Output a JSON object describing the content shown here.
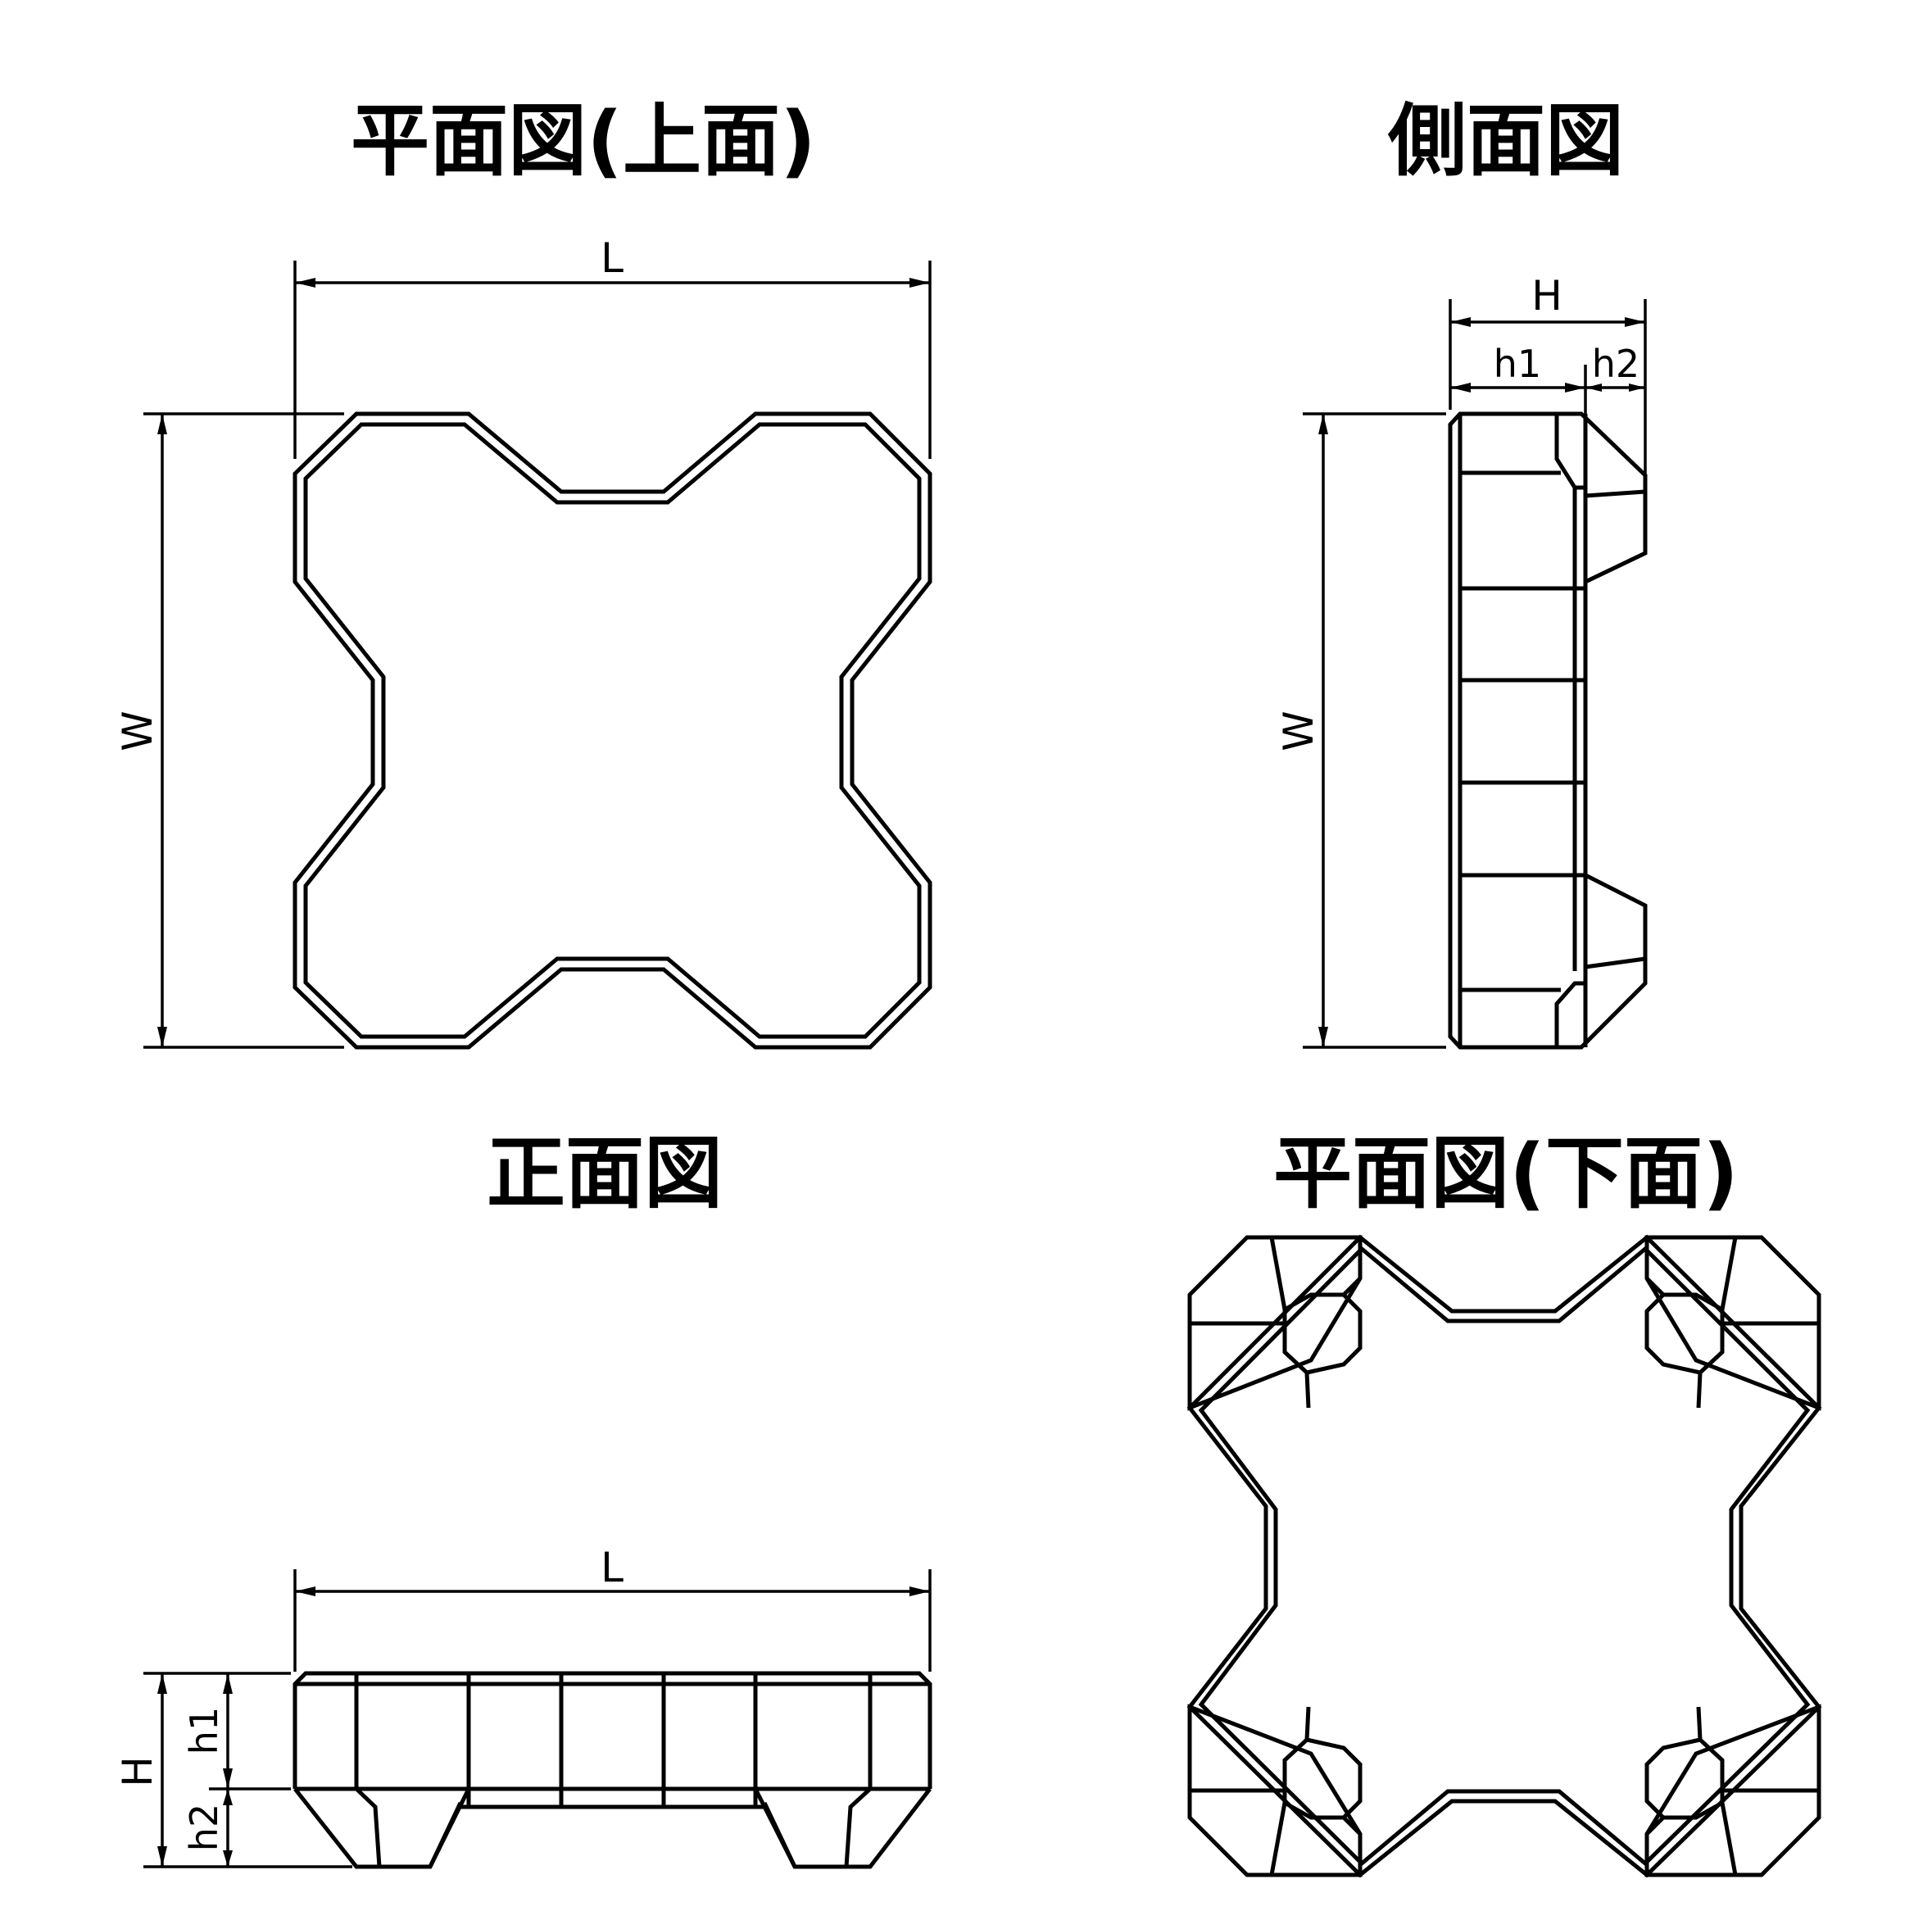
{
  "titles": {
    "plan_top": "平面図(上面)",
    "side": "側面図",
    "front": "正面図",
    "plan_bottom": "平面図(下面)"
  },
  "dimensions": {
    "L": "L",
    "W": "W",
    "H": "H",
    "h1": "h1",
    "h2": "h2"
  }
}
